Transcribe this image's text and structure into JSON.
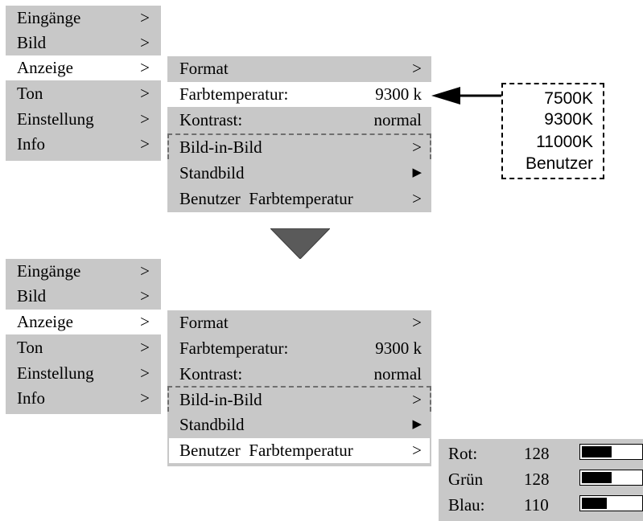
{
  "top": {
    "main_menu": {
      "items": [
        {
          "label": "Eingänge",
          "arrow": ">"
        },
        {
          "label": "Bild",
          "arrow": ">"
        },
        {
          "label": "Anzeige",
          "arrow": ">"
        },
        {
          "label": "Ton",
          "arrow": ">"
        },
        {
          "label": "Einstellung",
          "arrow": ">"
        },
        {
          "label": "Info",
          "arrow": ">"
        }
      ],
      "selected": "Anzeige"
    },
    "sub_menu": {
      "items": [
        {
          "label": "Format",
          "value": ">"
        },
        {
          "label": "Farbtemperatur:",
          "value": "9300 k"
        },
        {
          "label": "Kontrast:",
          "value": "normal"
        },
        {
          "label": "Bild-in-Bild",
          "value": ">"
        },
        {
          "label": "Standbild",
          "value": "▶"
        },
        {
          "label": "Benutzer  Farbtemperatur",
          "value": ">"
        }
      ],
      "selected": "Farbtemperatur:"
    },
    "options": [
      "7500K",
      "9300K",
      "11000K",
      "Benutzer"
    ]
  },
  "bottom": {
    "main_menu": {
      "items": [
        {
          "label": "Eingänge",
          "arrow": ">"
        },
        {
          "label": "Bild",
          "arrow": ">"
        },
        {
          "label": "Anzeige",
          "arrow": ">"
        },
        {
          "label": "Ton",
          "arrow": ">"
        },
        {
          "label": "Einstellung",
          "arrow": ">"
        },
        {
          "label": "Info",
          "arrow": ">"
        }
      ],
      "selected": "Anzeige"
    },
    "sub_menu": {
      "items": [
        {
          "label": "Format",
          "value": ">"
        },
        {
          "label": "Farbtemperatur:",
          "value": "9300 k"
        },
        {
          "label": "Kontrast:",
          "value": "normal"
        },
        {
          "label": "Bild-in-Bild",
          "value": ">"
        },
        {
          "label": "Standbild",
          "value": "▶"
        },
        {
          "label": "Benutzer  Farbtemperatur",
          "value": ">"
        }
      ],
      "selected": "Benutzer  Farbtemperatur"
    },
    "rgb": [
      {
        "name": "Rot:",
        "value": "128",
        "level": 0.5
      },
      {
        "name": "Grün",
        "value": "128",
        "level": 0.5
      },
      {
        "name": "Blau:",
        "value": "110",
        "level": 0.43
      }
    ]
  },
  "colors": {
    "panel": "#c8c8c8",
    "selected": "#ffffff",
    "triangle": "#5a5a5a"
  }
}
